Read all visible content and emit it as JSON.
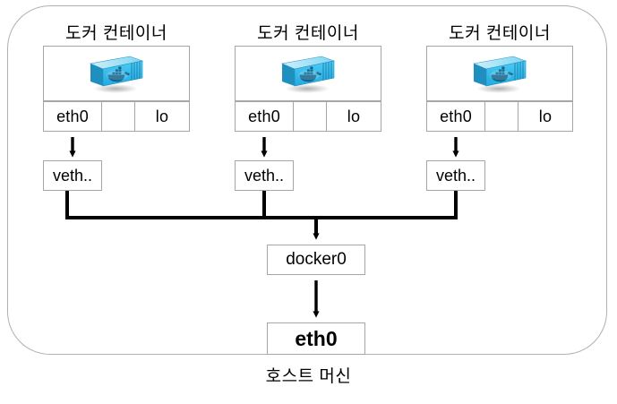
{
  "diagram": {
    "title_host": "호스트 머신",
    "containers": [
      {
        "title": "도커 컨테이너",
        "logo": "docker-container-logo",
        "eth0": "eth0",
        "lo": "lo",
        "veth": "veth.."
      },
      {
        "title": "도커 컨테이너",
        "logo": "docker-container-logo",
        "eth0": "eth0",
        "lo": "lo",
        "veth": "veth.."
      },
      {
        "title": "도커 컨테이너",
        "logo": "docker-container-logo",
        "eth0": "eth0",
        "lo": "lo",
        "veth": "veth.."
      }
    ],
    "bridge": "docker0",
    "host_nic": "eth0",
    "colors": {
      "box_border": "#a6a6a6",
      "boundary_border": "#b0b0b0",
      "wire": "#000000",
      "logo_blue": "#29b6ea",
      "logo_blue_dark": "#1a7fad",
      "background": "#ffffff"
    }
  }
}
